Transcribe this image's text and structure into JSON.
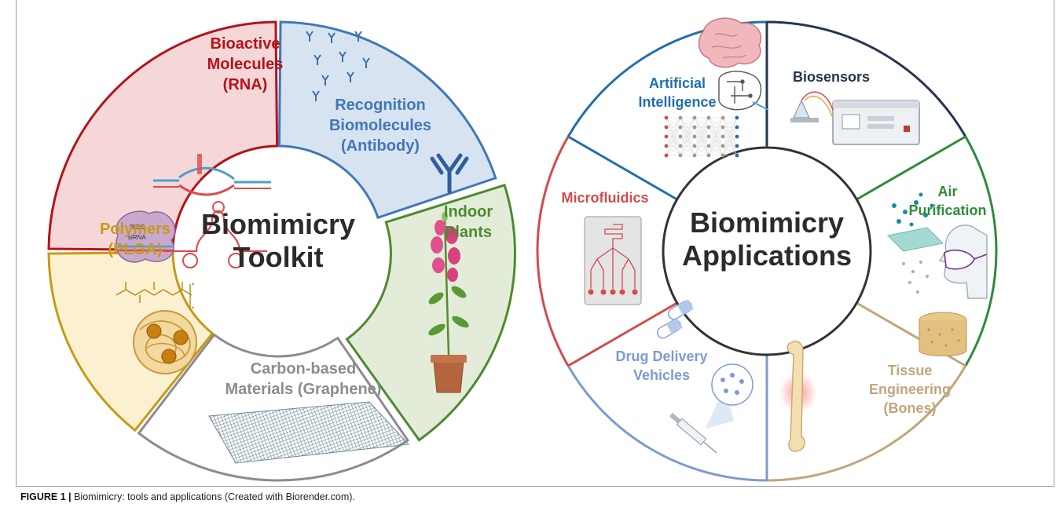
{
  "caption": {
    "label": "FIGURE 1 |",
    "text": " Biomimicry: tools and applications (Created with Biorender.com)."
  },
  "toolkit": {
    "center_lines": [
      "Biomimicry",
      "Toolkit"
    ],
    "segments": [
      {
        "id": "bioactive",
        "lines": [
          "Bioactive",
          "Molecules",
          "(RNA)"
        ],
        "color": "#b5121b",
        "fill": "#f6d7d8"
      },
      {
        "id": "recognition",
        "lines": [
          "Recognition",
          "Biomolecules",
          "(Antibody)"
        ],
        "color": "#3f78b8",
        "fill": "#d8e3f1"
      },
      {
        "id": "plants",
        "lines": [
          "Indoor",
          "Plants"
        ],
        "color": "#4c8a2f",
        "fill": "#e3ecd9"
      },
      {
        "id": "carbon",
        "lines": [
          "Carbon-based",
          "Materials (Graphene)"
        ],
        "color": "#8c8c8c",
        "fill": "#ffffff"
      },
      {
        "id": "polymers",
        "lines": [
          "Polymers",
          "(PLGA)"
        ],
        "color": "#c79a16",
        "fill": "#fbf0cf"
      }
    ],
    "icon_labels": {
      "risc": "RISC",
      "sirna": "siRNA"
    }
  },
  "applications": {
    "center_lines": [
      "Biomimicry",
      "Applications"
    ],
    "segments": [
      {
        "id": "ai",
        "lines": [
          "Artificial",
          "Intelligence"
        ],
        "color": "#1f6fae"
      },
      {
        "id": "biosensors",
        "lines": [
          "Biosensors"
        ],
        "color": "#25344f"
      },
      {
        "id": "air",
        "lines": [
          "Air",
          "Purification"
        ],
        "color": "#2e8b3a"
      },
      {
        "id": "tissue",
        "lines": [
          "Tissue",
          "Engineering",
          "(Bones)"
        ],
        "color": "#c2a57a"
      },
      {
        "id": "drug",
        "lines": [
          "Drug Delivery",
          "Vehicles"
        ],
        "color": "#7c9bd1"
      },
      {
        "id": "micro",
        "lines": [
          "Microfluidics"
        ],
        "color": "#d24b4b"
      }
    ]
  }
}
